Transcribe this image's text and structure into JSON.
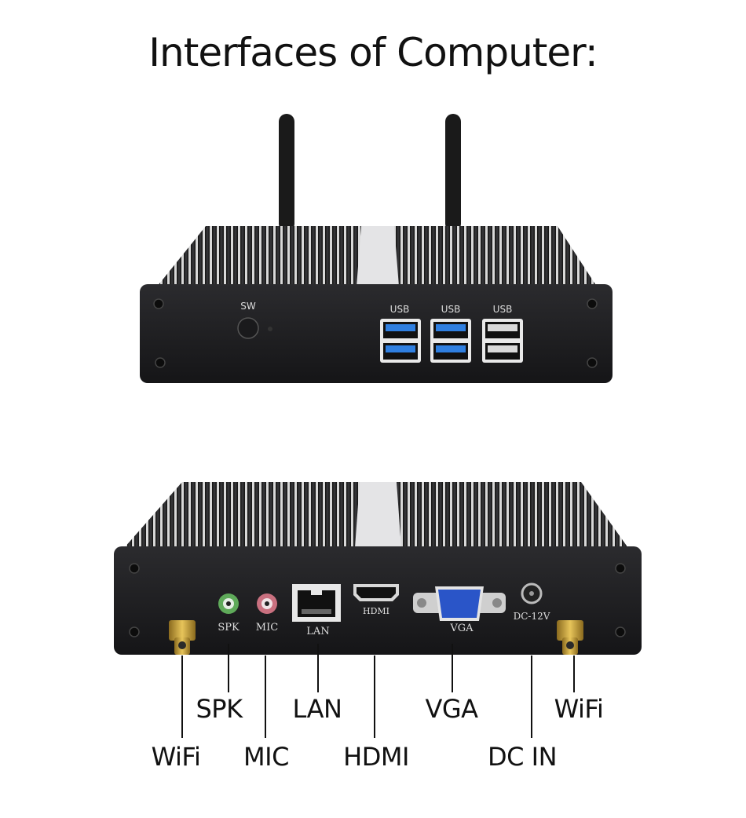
{
  "title": "Interfaces of Computer:",
  "front_panel": {
    "switch_label": "SW",
    "usb_labels": [
      "USB",
      "USB",
      "USB"
    ]
  },
  "rear_panel": {
    "port_labels": {
      "spk": "SPK",
      "mic": "MIC",
      "lan": "LAN",
      "hdmi": "HDMI",
      "vga": "VGA",
      "dc": "DC-12V"
    }
  },
  "callouts": {
    "row1": {
      "spk": "SPK",
      "lan": "LAN",
      "vga": "VGA",
      "wifi": "WiFi"
    },
    "row2": {
      "wifi": "WiFi",
      "mic": "MIC",
      "hdmi": "HDMI",
      "dc_in": "DC IN"
    }
  },
  "colors": {
    "chassis": "#1c1c1e",
    "fins": "#2a2a2c",
    "usb3_blue": "#2f7fe0",
    "vga_blue": "#2a55c8",
    "brass": "#c9a23a",
    "spk_green": "#5faa5a",
    "mic_pink": "#c9707f"
  }
}
